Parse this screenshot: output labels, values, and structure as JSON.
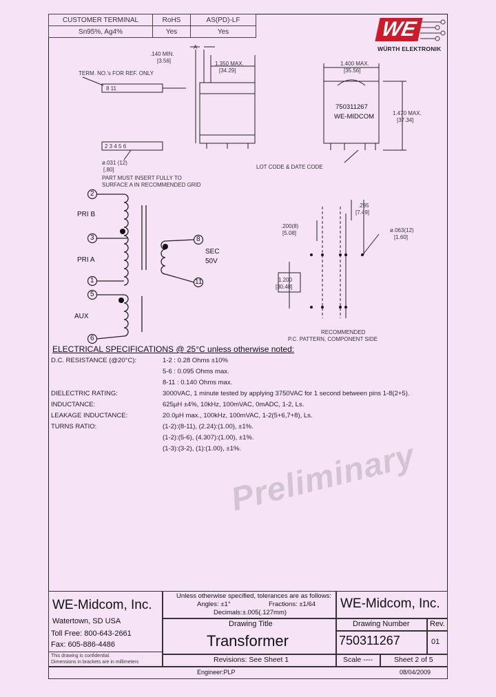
{
  "header_table": {
    "headers": [
      "CUSTOMER TERMINAL",
      "RoHS",
      "AS(PD)-LF"
    ],
    "row": [
      "Sn95%, Ag4%",
      "Yes",
      "Yes"
    ]
  },
  "logo": {
    "mark": "WE",
    "name": "WÜRTH ELEKTRONIK",
    "brand_color": "#cc1b2b"
  },
  "drawing": {
    "dim_140": ".140 MIN.",
    "dim_140_mm": "[3.56]",
    "dim_a": "A",
    "dim_1350": "1.350 MAX.",
    "dim_1350_mm": "[34.29]",
    "term_note": "TERM. NO.'s FOR REF. ONLY",
    "pins_top": "8 11",
    "pins_bottom": "2 3 4 5 6",
    "dim_031": "ø.031 (12)",
    "dim_031_mm": "[.80]",
    "insert_note_1": "PART MUST INSERT FULLY TO",
    "insert_note_2": "SURFACE A IN RECOMMENDED GRID",
    "dim_1400": "1.400 MAX.",
    "dim_1400_mm": "[35.56]",
    "part_number": "750311267",
    "part_brand": "WE-MIDCOM",
    "dim_1470": "1.470 MAX.",
    "dim_1470_mm": "[37.34]",
    "lot_note": "LOT CODE & DATE CODE"
  },
  "schematic": {
    "pin2": "2",
    "pin3": "3",
    "pin1": "1",
    "pin5": "5",
    "pin6": "6",
    "pin8": "8",
    "pin11": "11",
    "pri_b": "PRI B",
    "pri_a": "PRI A",
    "aux": "AUX",
    "sec": "SEC",
    "sec_v": "50V"
  },
  "pcb": {
    "dim_295": ".295",
    "dim_295_mm": "[7.49]",
    "dim_200": ".200(8)",
    "dim_200_mm": "[5.08]",
    "dim_063": "ø.063(12)",
    "dim_063_mm": "[1.60]",
    "dim_1200": "1.200",
    "dim_1200_mm": "[30.48]",
    "caption_1": "RECOMMENDED",
    "caption_2": "P.C. PATTERN, COMPONENT SIDE"
  },
  "specs": {
    "heading": "ELECTRICAL SPECIFICATIONS @ 25°C unless otherwise noted:",
    "rows": [
      {
        "label": "D.C. RESISTANCE (@20°C):",
        "value": "1-2 : 0.28 Ohms ±10%"
      },
      {
        "label": "",
        "value": "5-6 : 0.095 Ohms max."
      },
      {
        "label": "",
        "value": "8-11 : 0.140 Ohms max."
      },
      {
        "label": "DIELECTRIC RATING:",
        "value": "3000VAC, 1 minute tested by applying 3750VAC for 1 second between pins 1-8(2+5)."
      },
      {
        "label": "INDUCTANCE:",
        "value": "625µH ±4%, 10kHz, 100mVAC, 0mADC, 1-2, Ls."
      },
      {
        "label": "LEAKAGE INDUCTANCE:",
        "value": "20.0µH max., 100kHz, 100mVAC, 1-2(5+6,7+8), Ls."
      },
      {
        "label": "TURNS RATIO:",
        "value": "(1-2):(8-11), (2.24):(1.00), ±1%."
      },
      {
        "label": "",
        "value": "(1-2):(5-6), (4.307):(1.00), ±1%."
      },
      {
        "label": "",
        "value": "(1-3):(3-2), (1):(1.00), ±1%."
      }
    ]
  },
  "watermark": "Preliminary",
  "title_block": {
    "company": "WE-Midcom, Inc.",
    "city": "Watertown, SD  USA",
    "toll_free": "Toll Free:  800-643-2661",
    "fax": "Fax: 605-886-4486",
    "confidential_1": "This drawing is confidential.",
    "confidential_2": "Dimensions in brackets are in millimeters",
    "tolerance_note": "Unless otherwise specified, tolerances are as follows:",
    "angles": "Angles: ±1°",
    "fractions": "Fractions: ±1/64",
    "decimals": "Decimals:±.005(.127mm)",
    "drawing_title_label": "Drawing Title",
    "drawing_title": "Transformer",
    "revisions": "Revisions:  See Sheet 1",
    "company_right": "WE-Midcom, Inc.",
    "drawing_number_label": "Drawing Number",
    "drawing_number": "750311267",
    "rev_label": "Rev.",
    "rev": "01",
    "scale": "Scale ----",
    "sheet": "Sheet 2 of 5",
    "engineer": "Engineer:PLP",
    "date": "08/04/2009"
  }
}
